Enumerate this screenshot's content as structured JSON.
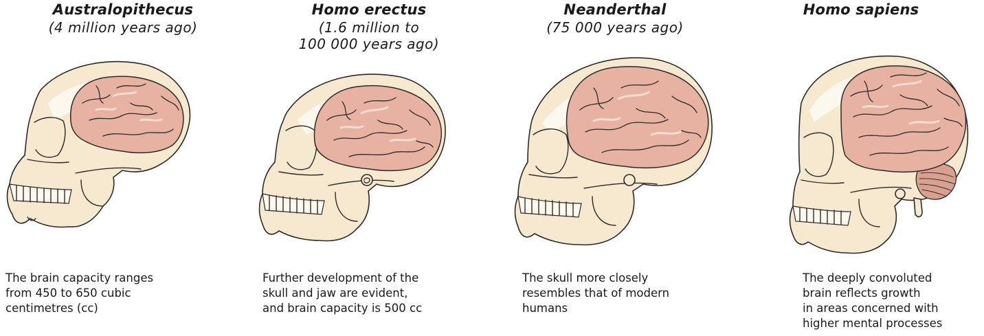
{
  "panels": [
    {
      "species": "Australopithecus",
      "period": "(4 million years ago)",
      "caption": "The brain capacity ranges\nfrom 450 to 650 cubic\ncentimetres (cc)"
    },
    {
      "species": "Homo erectus",
      "period": "(1.6 million to\n100 000 years ago)",
      "caption": "Further development of the\nskull and jaw are evident,\nand brain capacity is 500 cc"
    },
    {
      "species": "Neanderthal",
      "period": "(75 000 years ago)",
      "caption": "The skull more closely\nresembles that of modern\nhumans"
    },
    {
      "species": "Homo sapiens",
      "period": "",
      "caption": "The deeply convoluted\nbrain reflects growth\nin areas concerned with\nhigher mental processes"
    }
  ],
  "colors": {
    "bone": "#f6e9cf",
    "brain": "#e7b2a2",
    "outline": "#2a2a2a"
  }
}
